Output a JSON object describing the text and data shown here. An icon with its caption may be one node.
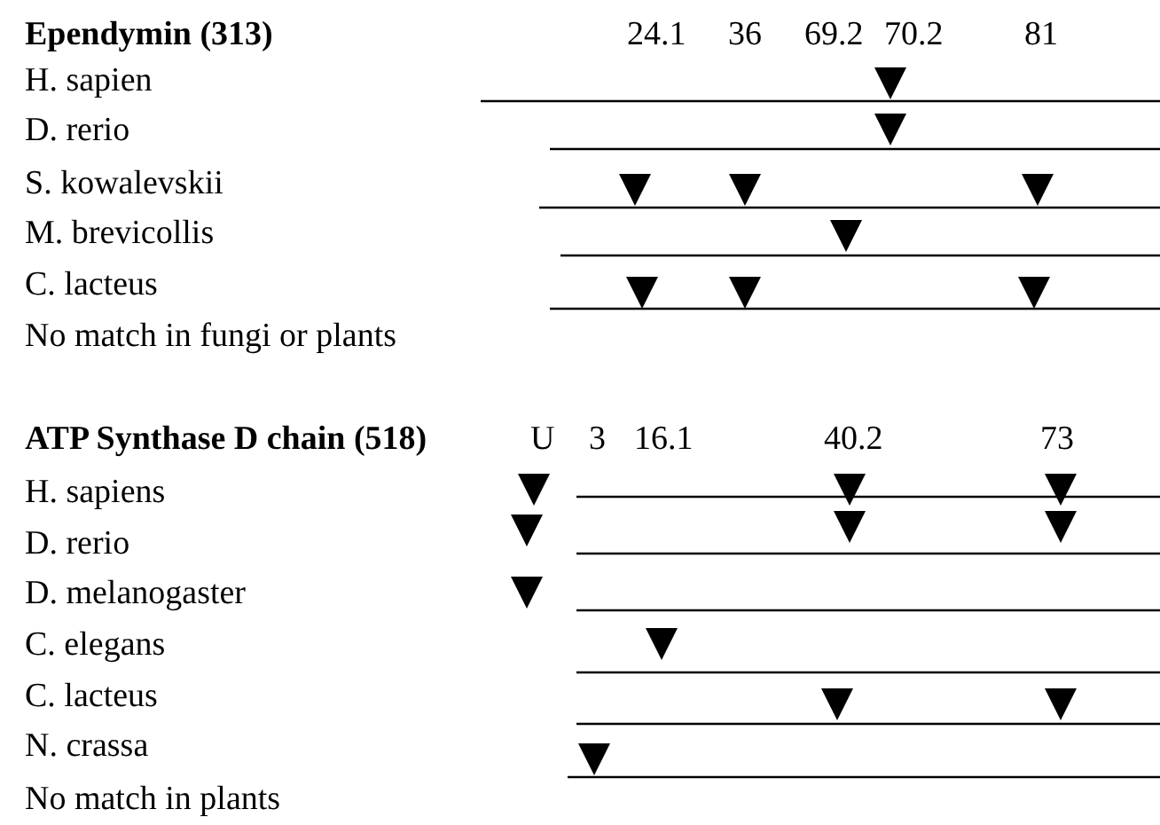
{
  "diagram": {
    "labels": [
      "Ependymin (313)",
      "24.1",
      "36",
      "69.2",
      "70.2",
      "81",
      "H. sapien",
      "D. rerio",
      "S. kowalevskii",
      "M. brevicollis",
      "C. lacteus",
      "No match in fungi or plants",
      "ATP Synthase D chain (518)",
      "U",
      "3",
      "16.1",
      "40.2",
      "73",
      "H. sapiens",
      "D. rerio",
      "D. melanogaster",
      "C. elegans",
      "C. lacteus",
      "N. crassa",
      "No match in plants"
    ]
  }
}
